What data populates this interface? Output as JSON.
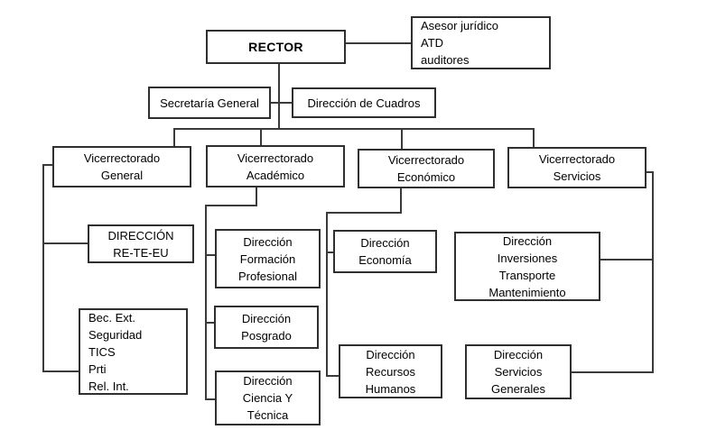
{
  "diagram": {
    "type": "org-chart",
    "colors": {
      "background": "#ffffff",
      "box_border": "#2f2f2f",
      "connector": "#3a3a3a",
      "text": "#000000"
    },
    "nodes": {
      "rector": "RECTOR",
      "asesor": "Asesor jurídico\nATD\nauditores",
      "secretaria": "Secretaría General",
      "cuadros": "Dirección de Cuadros",
      "vr_general": "Vicerrectorado\nGeneral",
      "vr_academico": "Vicerrectorado\nAcadémico",
      "vr_economico": "Vicerrectorado\nEconómico",
      "vr_servicios": "Vicerrectorado\nServicios",
      "re_te_eu": "DIRECCIÓN\nRE-TE-EU",
      "bec_ext": "Bec. Ext.\nSeguridad\nTICS\nPrti\nRel. Int.",
      "formacion": "Dirección\nFormación\nProfesional",
      "posgrado": "Dirección\nPosgrado",
      "ciencia": "Dirección\nCiencia Y\nTécnica",
      "economia": "Dirección\nEconomía",
      "recursos": "Dirección\nRecursos\nHumanos",
      "inversiones": "Dirección\nInversiones\nTransporte\nMantenimiento",
      "servicios_generales": "Dirección\nServicios\nGenerales"
    }
  }
}
